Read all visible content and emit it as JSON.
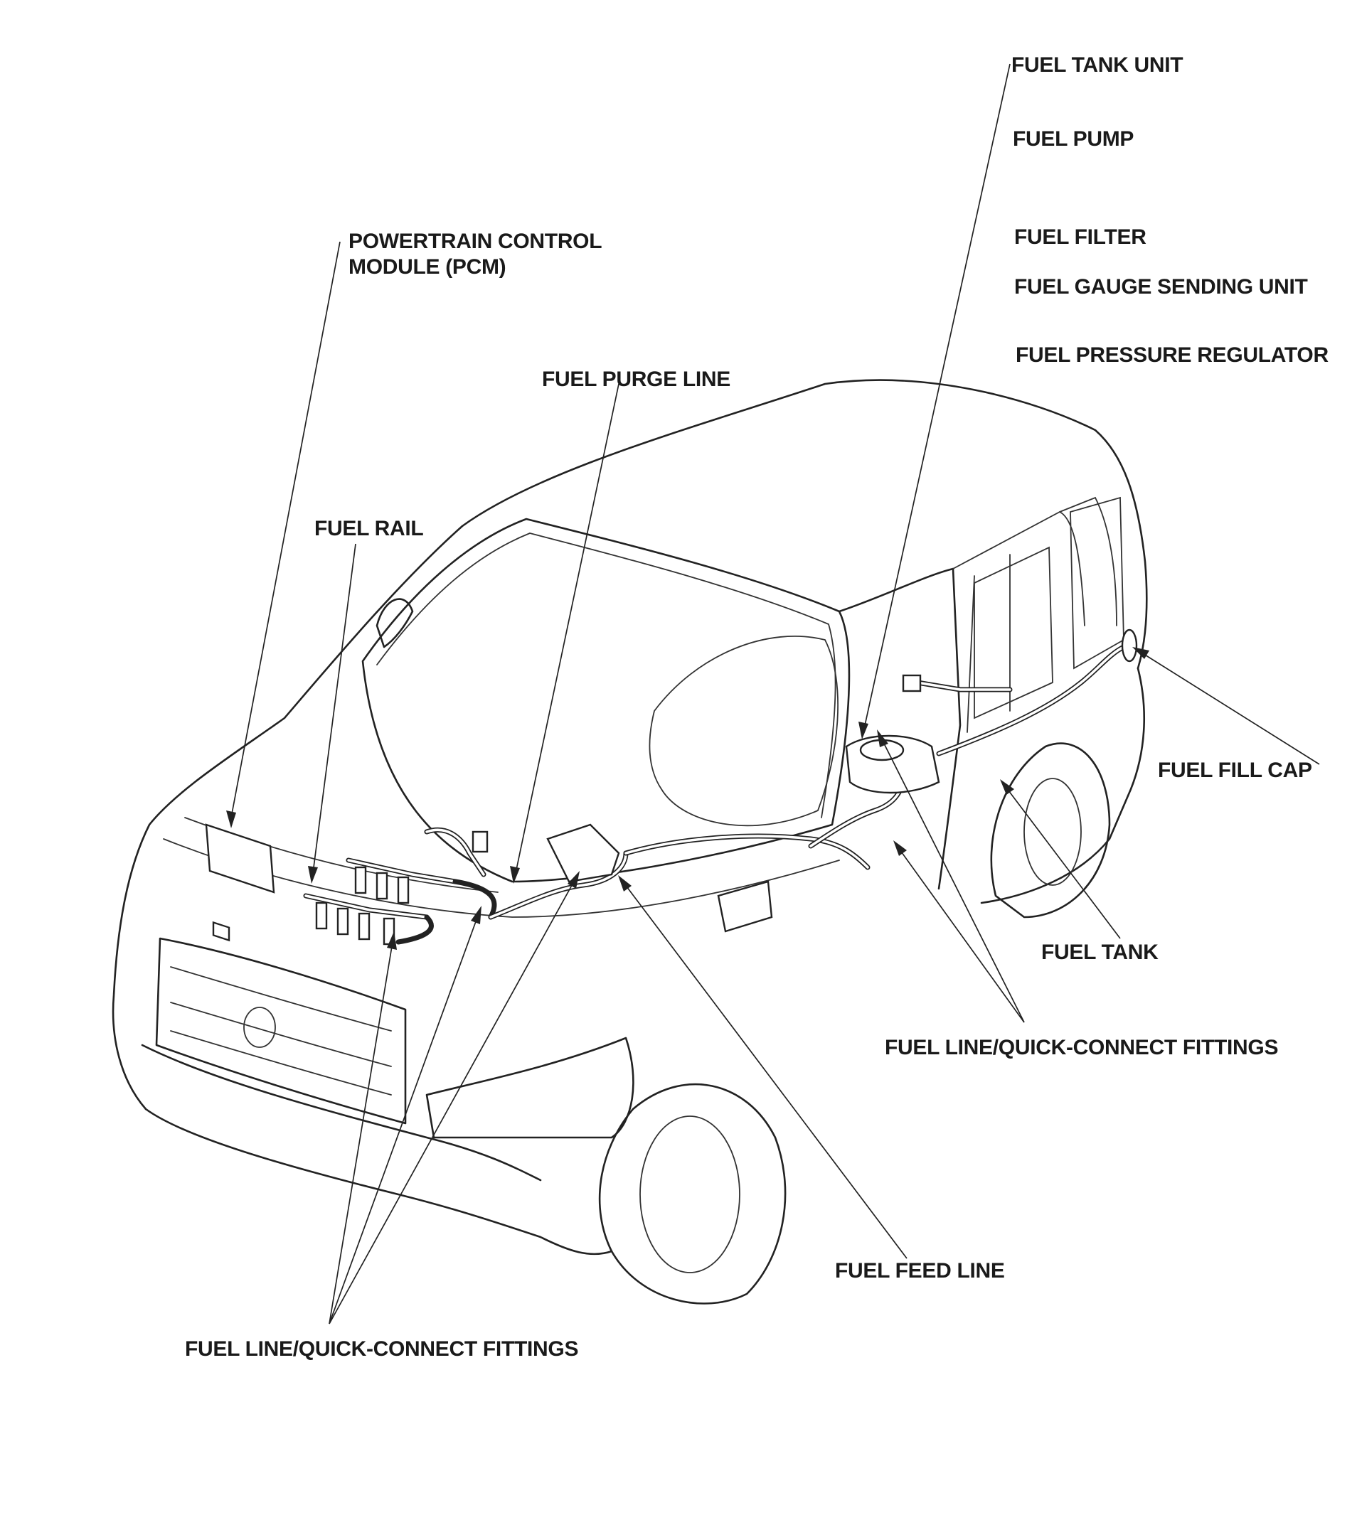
{
  "labels": {
    "fuel_tank_unit": "FUEL TANK UNIT",
    "fuel_pump": "FUEL PUMP",
    "fuel_filter": "FUEL FILTER",
    "fuel_gauge_sending_unit": "FUEL GAUGE SENDING UNIT",
    "fuel_pressure_regulator": "FUEL PRESSURE REGULATOR",
    "pcm_line1": "POWERTRAIN CONTROL",
    "pcm_line2": "MODULE (PCM)",
    "fuel_purge_line": "FUEL PURGE LINE",
    "fuel_rail": "FUEL RAIL",
    "fuel_fill_cap": "FUEL FILL CAP",
    "fuel_tank": "FUEL TANK",
    "fittings_right": "FUEL LINE/QUICK-CONNECT FITTINGS",
    "fuel_feed_line": "FUEL FEED LINE",
    "fittings_left": "FUEL LINE/QUICK-CONNECT FITTINGS"
  }
}
